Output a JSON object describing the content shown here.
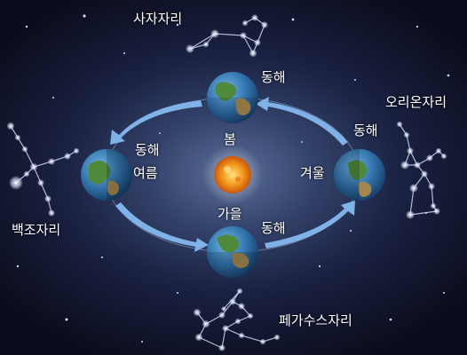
{
  "diagram": {
    "sun": {
      "icon": "sun-icon"
    },
    "orbit": {
      "arrow_color": "#7fb2e6"
    },
    "earth_positions": [
      {
        "id": "spring",
        "season": "봄",
        "direction": "동해"
      },
      {
        "id": "summer",
        "season": "여름",
        "direction": "동해"
      },
      {
        "id": "autumn",
        "season": "가을",
        "direction": "동해"
      },
      {
        "id": "winter",
        "season": "겨울",
        "direction": "동해"
      }
    ],
    "constellations": [
      {
        "id": "leo",
        "name": "사자자리"
      },
      {
        "id": "cygnus",
        "name": "백조자리"
      },
      {
        "id": "pegasus",
        "name": "페가수스자리"
      },
      {
        "id": "orion",
        "name": "오리온자리"
      }
    ]
  }
}
